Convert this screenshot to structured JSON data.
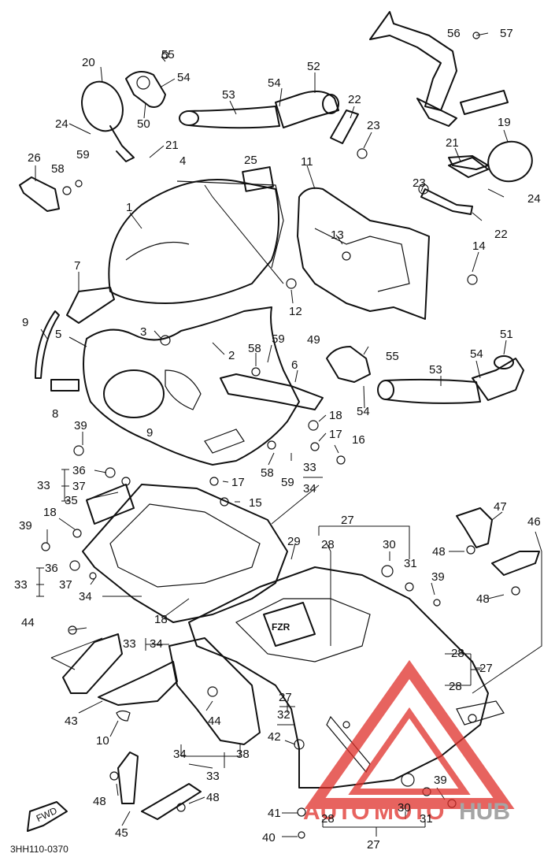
{
  "diagram_code": "3HH110-0370",
  "fwd_label": "FWD",
  "watermark": {
    "part1": "AUTO",
    "part2": "MOTO",
    "part3": "HUB",
    "color_red": "#e0302a",
    "color_gray": "#888888"
  },
  "decal_text": "FZR",
  "labels": [
    {
      "id": "l20",
      "text": "20"
    },
    {
      "id": "l55a",
      "text": "55"
    },
    {
      "id": "l54a",
      "text": "54"
    },
    {
      "id": "l50",
      "text": "50"
    },
    {
      "id": "l53a",
      "text": "53"
    },
    {
      "id": "l54b",
      "text": "54"
    },
    {
      "id": "l52",
      "text": "52"
    },
    {
      "id": "l56",
      "text": "56"
    },
    {
      "id": "l57",
      "text": "57"
    },
    {
      "id": "l24a",
      "text": "24"
    },
    {
      "id": "l21a",
      "text": "21"
    },
    {
      "id": "l26",
      "text": "26"
    },
    {
      "id": "l58a",
      "text": "58"
    },
    {
      "id": "l59a",
      "text": "59"
    },
    {
      "id": "l4",
      "text": "4"
    },
    {
      "id": "l25",
      "text": "25"
    },
    {
      "id": "l1",
      "text": "1"
    },
    {
      "id": "l22a",
      "text": "22"
    },
    {
      "id": "l23a",
      "text": "23"
    },
    {
      "id": "l11",
      "text": "11"
    },
    {
      "id": "l19",
      "text": "19"
    },
    {
      "id": "l21b",
      "text": "21"
    },
    {
      "id": "l24b",
      "text": "24"
    },
    {
      "id": "l23b",
      "text": "23"
    },
    {
      "id": "l22b",
      "text": "22"
    },
    {
      "id": "l13",
      "text": "13"
    },
    {
      "id": "l14",
      "text": "14"
    },
    {
      "id": "l7",
      "text": "7"
    },
    {
      "id": "l12",
      "text": "12"
    },
    {
      "id": "l9a",
      "text": "9"
    },
    {
      "id": "l5",
      "text": "5"
    },
    {
      "id": "l3",
      "text": "3"
    },
    {
      "id": "l2",
      "text": "2"
    },
    {
      "id": "l58b",
      "text": "58"
    },
    {
      "id": "l59b",
      "text": "59"
    },
    {
      "id": "l49",
      "text": "49"
    },
    {
      "id": "l55b",
      "text": "55"
    },
    {
      "id": "l53b",
      "text": "53"
    },
    {
      "id": "l54c",
      "text": "54"
    },
    {
      "id": "l51",
      "text": "51"
    },
    {
      "id": "l6",
      "text": "6"
    },
    {
      "id": "l54d",
      "text": "54"
    },
    {
      "id": "l8",
      "text": "8"
    },
    {
      "id": "l9b",
      "text": "9"
    },
    {
      "id": "l18a",
      "text": "18"
    },
    {
      "id": "l17a",
      "text": "17"
    },
    {
      "id": "l16",
      "text": "16"
    },
    {
      "id": "l39a",
      "text": "39"
    },
    {
      "id": "l36a",
      "text": "36"
    },
    {
      "id": "l37a",
      "text": "37"
    },
    {
      "id": "l33a",
      "text": "33"
    },
    {
      "id": "l35",
      "text": "35"
    },
    {
      "id": "l58c",
      "text": "58"
    },
    {
      "id": "l59c",
      "text": "59"
    },
    {
      "id": "l33b",
      "text": "33"
    },
    {
      "id": "l34a",
      "text": "34"
    },
    {
      "id": "l17b",
      "text": "17"
    },
    {
      "id": "l15",
      "text": "15"
    },
    {
      "id": "l18b",
      "text": "18"
    },
    {
      "id": "l39b",
      "text": "39"
    },
    {
      "id": "l27a",
      "text": "27"
    },
    {
      "id": "l47",
      "text": "47"
    },
    {
      "id": "l46",
      "text": "46"
    },
    {
      "id": "l29",
      "text": "29"
    },
    {
      "id": "l28a",
      "text": "28"
    },
    {
      "id": "l30a",
      "text": "30"
    },
    {
      "id": "l48a",
      "text": "48"
    },
    {
      "id": "l36b",
      "text": "36"
    },
    {
      "id": "l31a",
      "text": "31"
    },
    {
      "id": "l33c",
      "text": "33"
    },
    {
      "id": "l37b",
      "text": "37"
    },
    {
      "id": "l39c",
      "text": "39"
    },
    {
      "id": "l34b",
      "text": "34"
    },
    {
      "id": "l48b",
      "text": "48"
    },
    {
      "id": "l18c",
      "text": "18"
    },
    {
      "id": "l44a",
      "text": "44"
    },
    {
      "id": "l33d",
      "text": "33"
    },
    {
      "id": "l34c",
      "text": "34"
    },
    {
      "id": "l28b",
      "text": "28"
    },
    {
      "id": "l27b",
      "text": "27"
    },
    {
      "id": "l28c",
      "text": "28"
    },
    {
      "id": "l43",
      "text": "43"
    },
    {
      "id": "l27c",
      "text": "27"
    },
    {
      "id": "l10",
      "text": "10"
    },
    {
      "id": "l44b",
      "text": "44"
    },
    {
      "id": "l32",
      "text": "32"
    },
    {
      "id": "l42",
      "text": "42"
    },
    {
      "id": "l34d",
      "text": "34"
    },
    {
      "id": "l38",
      "text": "38"
    },
    {
      "id": "l33e",
      "text": "33"
    },
    {
      "id": "l48c",
      "text": "48"
    },
    {
      "id": "l48d",
      "text": "48"
    },
    {
      "id": "l39d",
      "text": "39"
    },
    {
      "id": "l45",
      "text": "45"
    },
    {
      "id": "l41",
      "text": "41"
    },
    {
      "id": "l30b",
      "text": "30"
    },
    {
      "id": "l28d",
      "text": "28"
    },
    {
      "id": "l31b",
      "text": "31"
    },
    {
      "id": "l40",
      "text": "40"
    },
    {
      "id": "l27d",
      "text": "27"
    }
  ]
}
